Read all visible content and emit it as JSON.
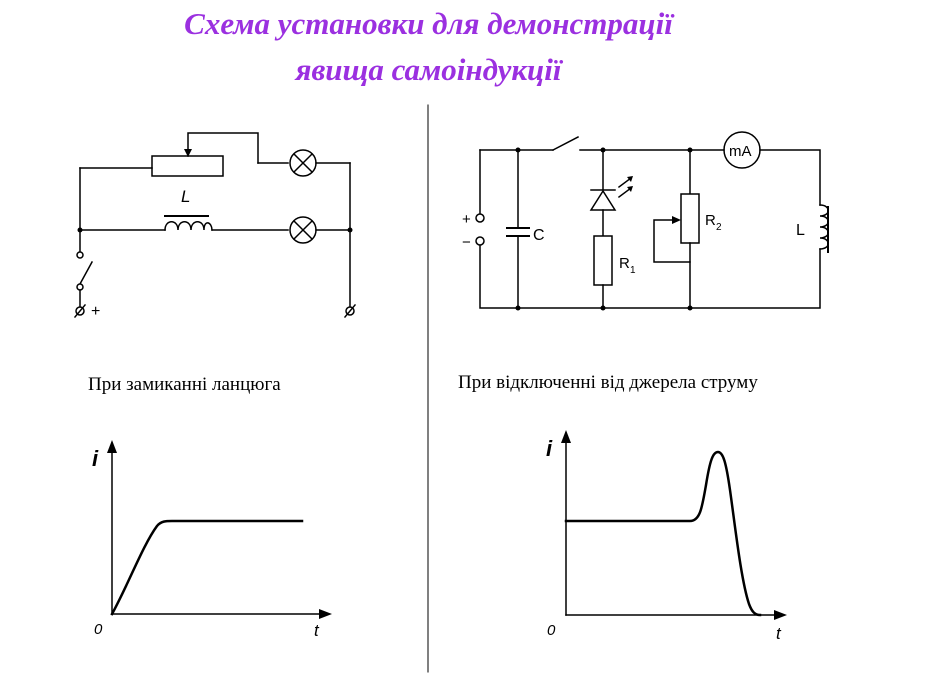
{
  "title": {
    "line1": "Схема установки для демонстрації",
    "line2": "явища самоіндукції"
  },
  "left_circuit": {
    "inductor_label": "L",
    "terminal_plus": "+"
  },
  "right_circuit": {
    "plus": "+",
    "minus": "−",
    "capacitor_label": "C",
    "r1_label": "R",
    "r1_sub": "1",
    "r2_label": "R",
    "r2_sub": "2",
    "meter_label": "mA",
    "inductor_label": "L"
  },
  "captions": {
    "left": "При замиканні ланцюга",
    "right": "При відключенні від джерела струму"
  },
  "graphs": {
    "left": {
      "y_label": "i",
      "x_label": "t",
      "origin": "0"
    },
    "right": {
      "y_label": "i",
      "x_label": "t",
      "origin": "0"
    }
  },
  "colors": {
    "title": "#9b30e0",
    "ink": "#000000"
  }
}
